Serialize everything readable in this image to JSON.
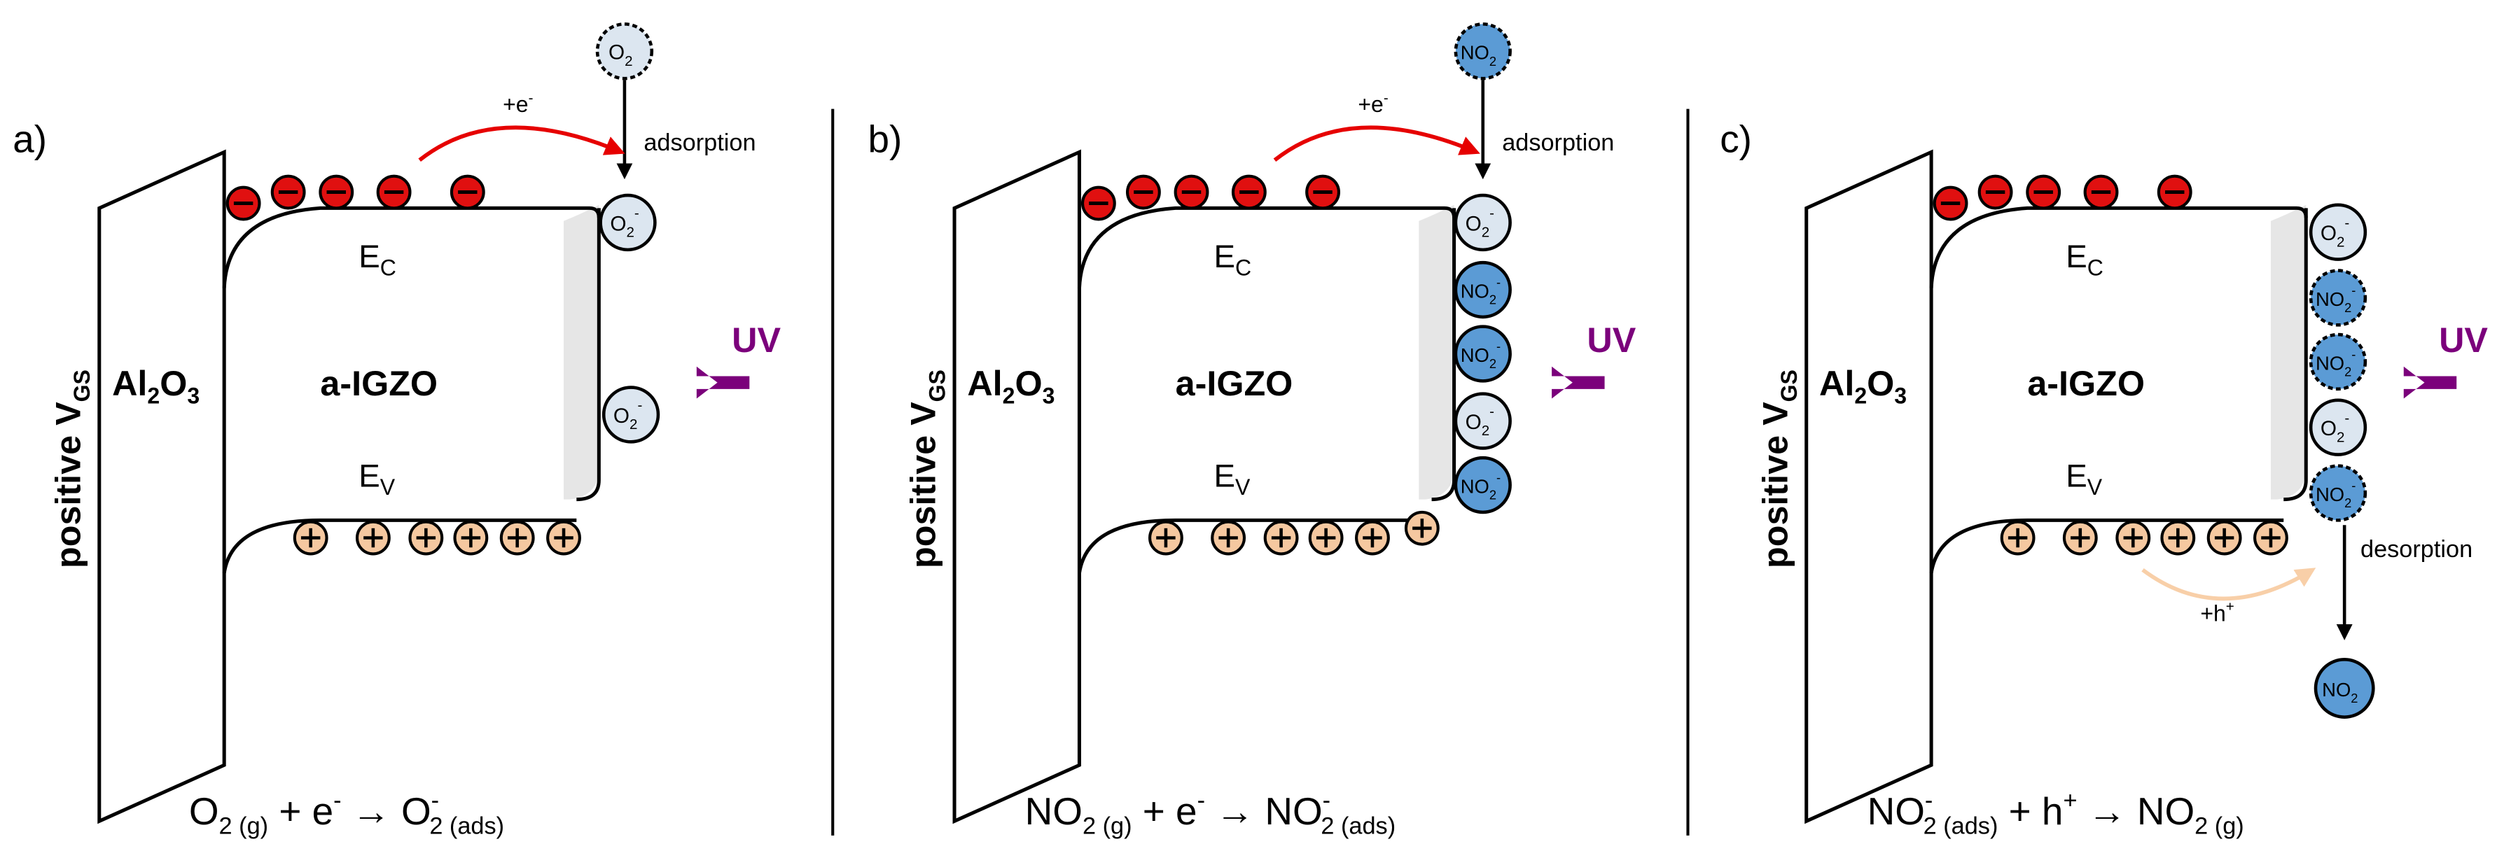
{
  "colors": {
    "electron": "#e01010",
    "hole": "#f5c8a0",
    "no2": "#5b9bd5",
    "o2": "#dce6f0",
    "uv": "#7b007b",
    "arrow_e": "#e60000",
    "arrow_h": "#f8cfa8",
    "depletion": "#e6e6e6"
  },
  "panels": [
    {
      "label": "a)",
      "gate": "positive V",
      "gate_sub": "GS",
      "oxide": "Al",
      "oxide_sub1": "2",
      "oxide_mid": "O",
      "oxide_sub2": "3",
      "channel": "a-IGZO",
      "ec": "E",
      "ec_sub": "C",
      "ev": "E",
      "ev_sub": "V",
      "uv": "UV",
      "transfer_label": "+e",
      "transfer_sup": "-",
      "process": "adsorption",
      "equation": {
        "p1": "O",
        "p1s": "2 (g)",
        "p2": " + e",
        "p2sup": "-",
        "arrow": " → ",
        "p3": "O",
        "p3s": "2 (ads)",
        "p3sup": "-"
      }
    },
    {
      "label": "b)",
      "gate": "positive V",
      "gate_sub": "GS",
      "oxide": "Al",
      "oxide_sub1": "2",
      "oxide_mid": "O",
      "oxide_sub2": "3",
      "channel": "a-IGZO",
      "ec": "E",
      "ec_sub": "C",
      "ev": "E",
      "ev_sub": "V",
      "uv": "UV",
      "transfer_label": "+e",
      "transfer_sup": "-",
      "process": "adsorption",
      "equation": {
        "p1": "NO",
        "p1s": "2 (g)",
        "p2": " + e",
        "p2sup": "-",
        "arrow": " → ",
        "p3": "NO",
        "p3s": "2 (ads)",
        "p3sup": "-"
      }
    },
    {
      "label": "c)",
      "gate": "positive V",
      "gate_sub": "GS",
      "oxide": "Al",
      "oxide_sub1": "2",
      "oxide_mid": "O",
      "oxide_sub2": "3",
      "channel": "a-IGZO",
      "ec": "E",
      "ec_sub": "C",
      "ev": "E",
      "ev_sub": "V",
      "uv": "UV",
      "transfer_label": "+h",
      "transfer_sup": "+",
      "process": "desorption",
      "equation": {
        "p1": "NO",
        "p1s": "2 (ads)",
        "p1sup": "-",
        "p2": " + h",
        "p2sup": "+",
        "arrow": " → ",
        "p3": "NO",
        "p3s": "2 (g)"
      }
    }
  ],
  "molecules": {
    "o2": "O",
    "o2_sub": "2",
    "o2_sup": "-",
    "no2": "NO",
    "no2_sub": "2",
    "no2_sup": "-"
  }
}
